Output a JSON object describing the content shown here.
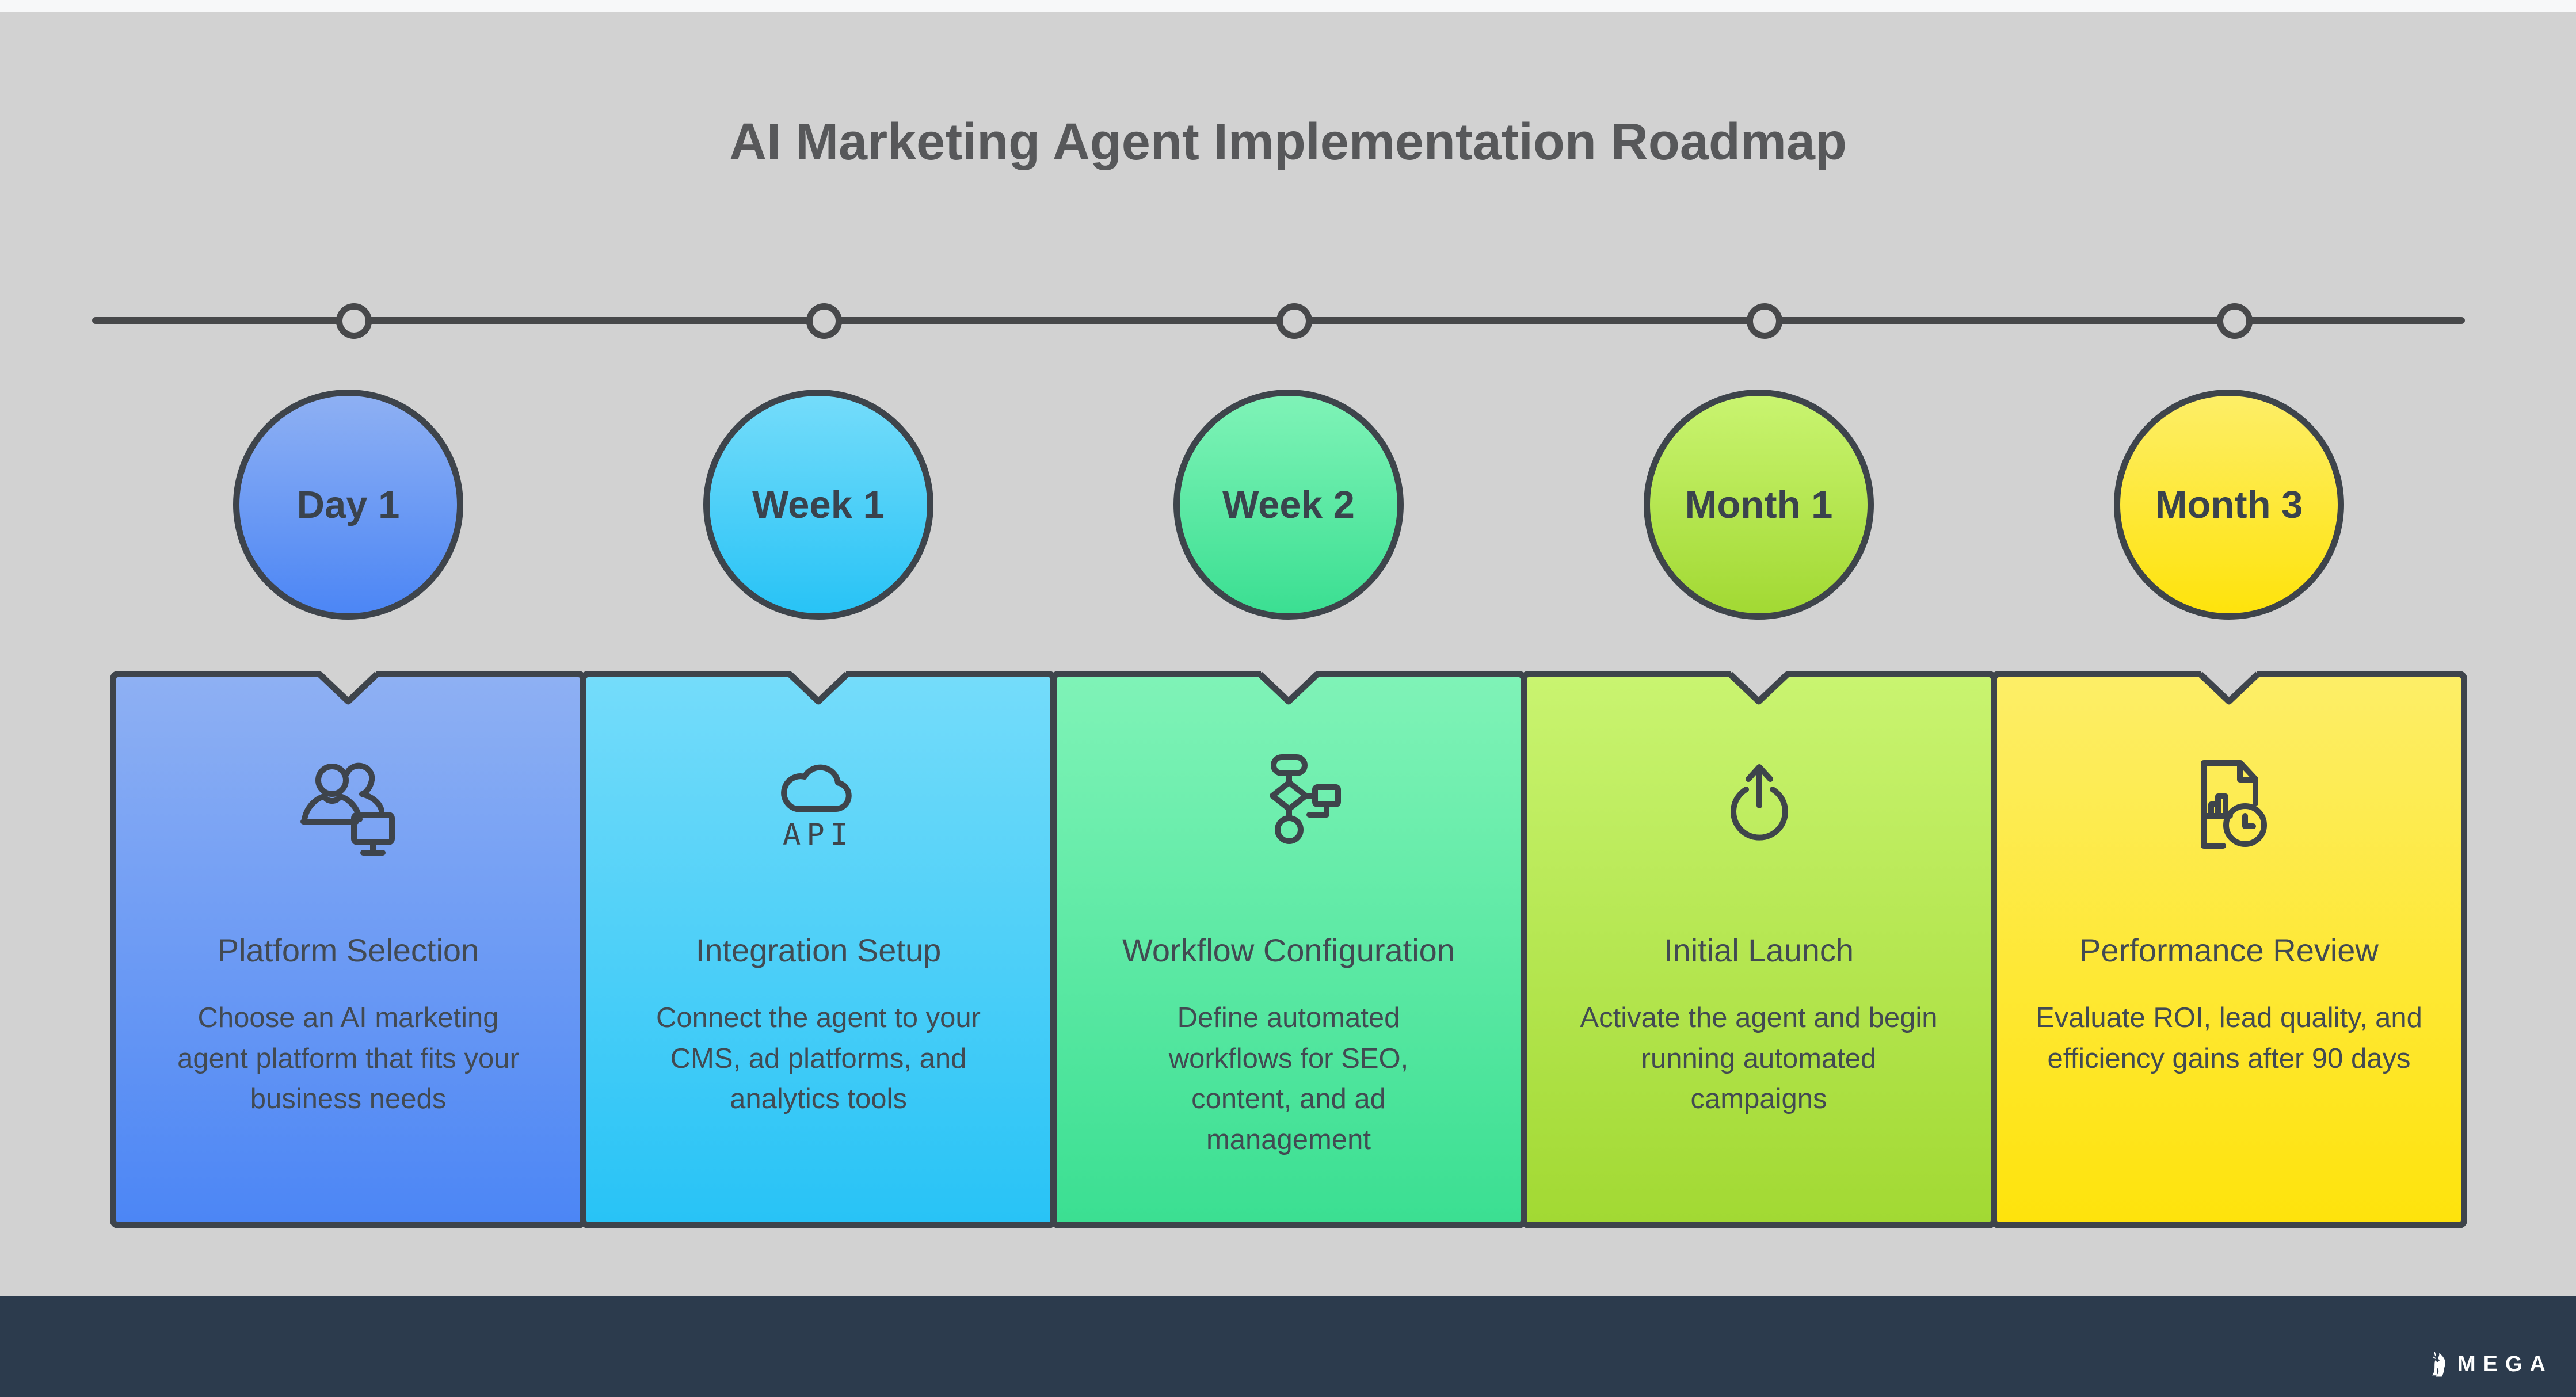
{
  "page": {
    "title": "AI Marketing Agent Implementation Roadmap"
  },
  "colors": {
    "background": "#d2d2d2",
    "top_strip": "#f7f8f9",
    "outline": "#3e444b",
    "timeline": "#47484a",
    "title_text": "#57585a",
    "card_text": "#424a52",
    "footer_bar": "#2c3b4d"
  },
  "stages": [
    {
      "label": "Day 1",
      "title": "Platform Selection",
      "description": "Choose an AI marketing agent platform that fits your business needs",
      "icon": "users-monitor-icon",
      "color_top": "#8eb0f3",
      "color_bottom": "#4c86f5"
    },
    {
      "label": "Week 1",
      "title": "Integration Setup",
      "description": "Connect the agent to your CMS, ad platforms, and analytics tools",
      "icon": "cloud-api-icon",
      "color_top": "#74dcfa",
      "color_bottom": "#28c3f6"
    },
    {
      "label": "Week 2",
      "title": "Workflow Configuration",
      "description": "Define automated workflows for SEO, content, and ad management",
      "icon": "flowchart-icon",
      "color_top": "#7ff3b7",
      "color_bottom": "#3bdf92"
    },
    {
      "label": "Month 1",
      "title": "Initial Launch",
      "description": "Activate the agent and begin running automated campaigns",
      "icon": "launch-icon",
      "color_top": "#c9f470",
      "color_bottom": "#a2d933"
    },
    {
      "label": "Month 3",
      "title": "Performance Review",
      "description": "Evaluate ROI, lead quality, and efficiency gains after 90 days",
      "icon": "report-clock-icon",
      "color_top": "#fdee67",
      "color_bottom": "#fee30c"
    }
  ],
  "cloud_icon_text": "API",
  "footer": {
    "brand": "MEGA"
  }
}
